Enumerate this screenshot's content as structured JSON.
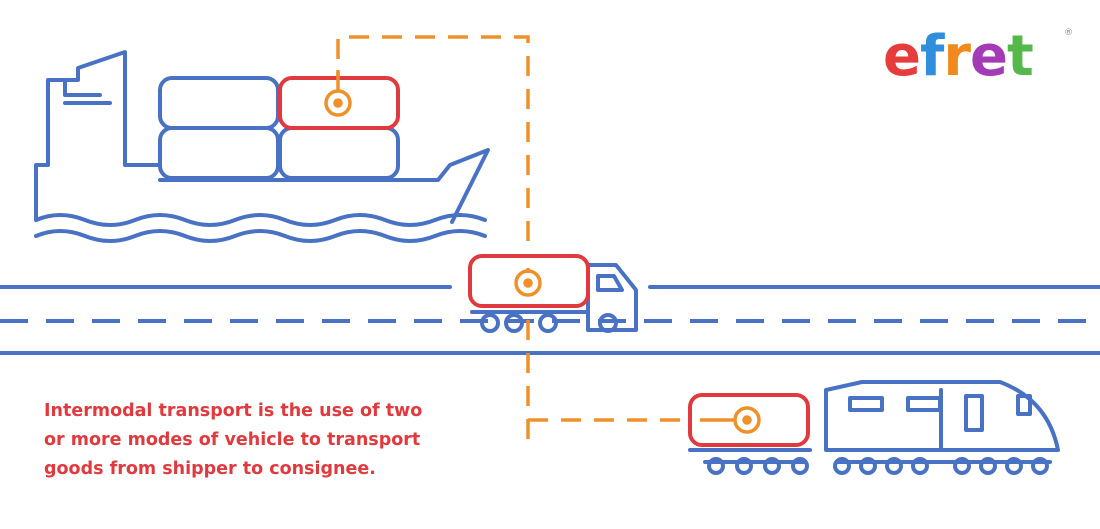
{
  "logo": {
    "letters": [
      {
        "char": "e",
        "color": "#e63c3c"
      },
      {
        "char": "f",
        "color": "#2f8fdc"
      },
      {
        "char": "r",
        "color": "#f08a1c"
      },
      {
        "char": "e",
        "color": "#a43ab6"
      },
      {
        "char": "t",
        "color": "#55b84a"
      }
    ],
    "registered_mark": "®"
  },
  "caption": {
    "lines": [
      "Intermodal transport is the use of two",
      "or more modes of vehicle to transport",
      "goods from shipper to consignee."
    ]
  },
  "colors": {
    "outline": "#4a72c4",
    "highlight_container": "#e03a3e",
    "route": "#f0902a",
    "caption_text": "#e03a3e"
  }
}
